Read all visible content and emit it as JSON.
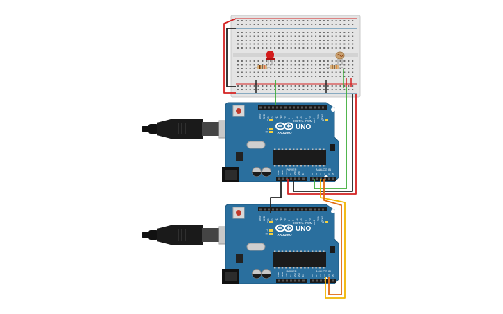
{
  "board_top": {
    "model": "UNO",
    "brand": "ARDUINO",
    "digital_header": "DIGITAL (PWM~)",
    "power_header": "POWER",
    "analog_header": "ANALOG IN",
    "digital_pins": [
      "AREF",
      "GND",
      "13",
      "12",
      "~11",
      "~10",
      "~9",
      "8",
      "7",
      "~6",
      "~5",
      "4",
      "~3",
      "2",
      "TX 1",
      "RX 0"
    ],
    "power_pins": [
      "IOREF",
      "RESET",
      "3.3V",
      "5V",
      "GND",
      "GND",
      "Vin"
    ],
    "analog_pins": [
      "A0",
      "A1",
      "A2",
      "A3",
      "A4",
      "A5"
    ],
    "leds": [
      "L",
      "TX",
      "RX",
      "ON"
    ]
  },
  "board_bottom": {
    "model": "UNO",
    "brand": "ARDUINO",
    "digital_header": "DIGITAL (PWM~)",
    "power_header": "POWER",
    "analog_header": "ANALOG IN",
    "digital_pins": [
      "AREF",
      "GND",
      "13",
      "12",
      "~11",
      "~10",
      "~9",
      "8",
      "7",
      "~6",
      "~5",
      "4",
      "~3",
      "2",
      "TX 1",
      "RX 0"
    ],
    "power_pins": [
      "IOREF",
      "RESET",
      "3.3V",
      "5V",
      "GND",
      "GND",
      "Vin"
    ],
    "analog_pins": [
      "A0",
      "A1",
      "A2",
      "A3",
      "A4",
      "A5"
    ],
    "leds": [
      "L",
      "TX",
      "RX",
      "ON"
    ]
  },
  "colors": {
    "board": "#2a6f9e",
    "breadboard": "#e2e2e2",
    "wire_red": "#d32222",
    "wire_black": "#222222",
    "wire_green": "#3fae3a",
    "wire_yellow": "#f0b400",
    "wire_orange": "#e06a10",
    "led": "#d41c1c",
    "ldr": "#c9a070"
  }
}
